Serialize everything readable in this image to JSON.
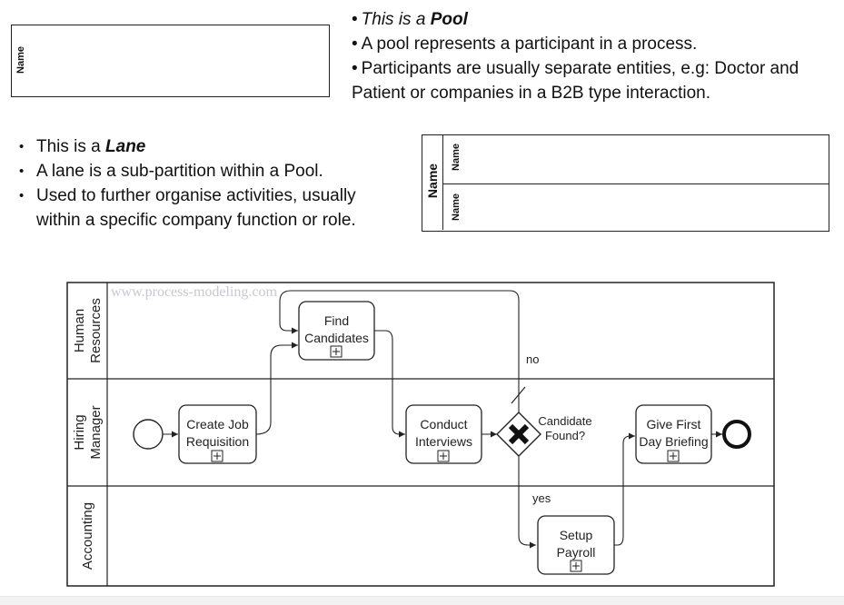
{
  "pool_example": {
    "name_label": "Name",
    "text": {
      "line1_pre": "This is a ",
      "line1_bold": "Pool",
      "line2": "A pool represents a participant in a process.",
      "line3": "Participants are usually separate entities, e.g: Doctor and Patient or companies in a B2B type interaction."
    }
  },
  "lane_example": {
    "pool_name_label": "Name",
    "lane1_name_label": "Name",
    "lane2_name_label": "Name",
    "text": {
      "line1_pre": "This is a ",
      "line1_bold": "Lane",
      "line2": "A lane is a sub-partition within a Pool.",
      "line3": "Used to further organise activities, usually within a specific company function or role."
    }
  },
  "process": {
    "watermark": "www.process-modeling.com",
    "lanes": [
      {
        "name": "Human Resources",
        "line1": "Human",
        "line2": "Resources"
      },
      {
        "name": "Hiring Manager",
        "line1": "Hiring",
        "line2": "Manager"
      },
      {
        "name": "Accounting",
        "line1": "Accounting",
        "line2": ""
      }
    ],
    "tasks": [
      {
        "id": "create",
        "line1": "Create Job",
        "line2": "Requisition"
      },
      {
        "id": "find",
        "line1": "Find",
        "line2": "Candidates"
      },
      {
        "id": "interview",
        "line1": "Conduct",
        "line2": "Interviews"
      },
      {
        "id": "briefing",
        "line1": "Give First",
        "line2": "Day Briefing"
      },
      {
        "id": "payroll",
        "line1": "Setup",
        "line2": "Payroll"
      }
    ],
    "gateway": {
      "line1": "Candidate",
      "line2": "Found?"
    },
    "flow_labels": {
      "no": "no",
      "yes": "yes"
    }
  },
  "colors": {
    "stroke": "#222222",
    "watermark": "#c8c8d4"
  }
}
